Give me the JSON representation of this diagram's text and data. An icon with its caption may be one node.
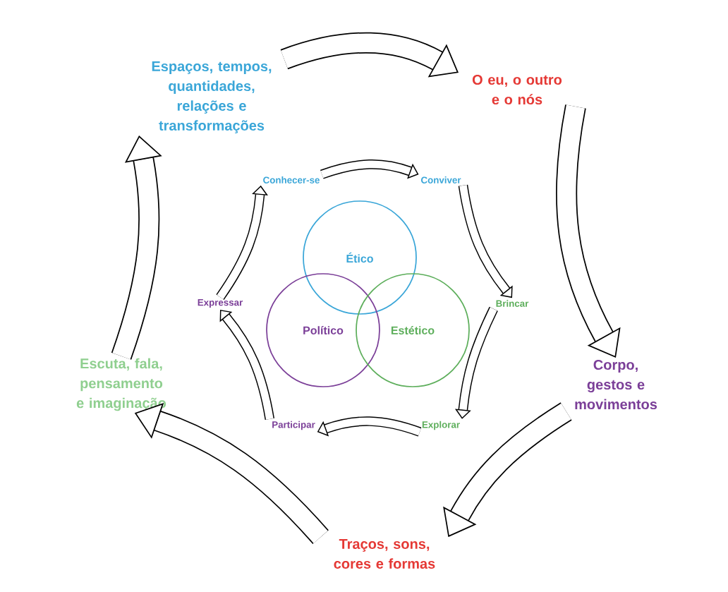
{
  "diagram": {
    "nodes": [
      {
        "text": [
          "Espaços, tempos, quantidades, relações e transformações"
        ]
      },
      {
        "text": [
          "O eu, o outro e o nós"
        ]
      },
      {
        "text": [
          "Corpo, gestos e movimentos"
        ]
      },
      {
        "text": [
          "Traços, sons, cores e formas"
        ]
      },
      {
        "text": [
          "Escuta, fala, pensamento e imaginação"
        ]
      },
      {
        "text": [
          "Conhecer-se"
        ]
      },
      {
        "text": [
          "Conviver"
        ]
      },
      {
        "text": [
          "Brincar"
        ]
      },
      {
        "text": [
          "Explorar"
        ]
      },
      {
        "text": [
          "Participar"
        ]
      },
      {
        "text": [
          "Expressar"
        ]
      },
      {
        "text": [
          "Ético"
        ]
      },
      {
        "text": [
          "Político"
        ]
      },
      {
        "text": [
          "Estético"
        ]
      }
    ],
    "edges": [
      {
        "from": 0,
        "to": 1,
        "arrow": "to",
        "style": "thick"
      },
      {
        "from": 1,
        "to": 2,
        "arrow": "to",
        "style": "thick"
      },
      {
        "from": 2,
        "to": 3,
        "arrow": "to",
        "style": "thick"
      },
      {
        "from": 3,
        "to": 4,
        "arrow": "to",
        "style": "thick"
      },
      {
        "from": 4,
        "to": 0,
        "arrow": "to",
        "style": "thick"
      },
      {
        "from": 5,
        "to": 6,
        "arrow": "to"
      },
      {
        "from": 6,
        "to": 7,
        "arrow": "to"
      },
      {
        "from": 7,
        "to": 8,
        "arrow": "to"
      },
      {
        "from": 8,
        "to": 9,
        "arrow": "to"
      },
      {
        "from": 9,
        "to": 10,
        "arrow": "to"
      },
      {
        "from": 10,
        "to": 5,
        "arrow": "to"
      }
    ]
  }
}
